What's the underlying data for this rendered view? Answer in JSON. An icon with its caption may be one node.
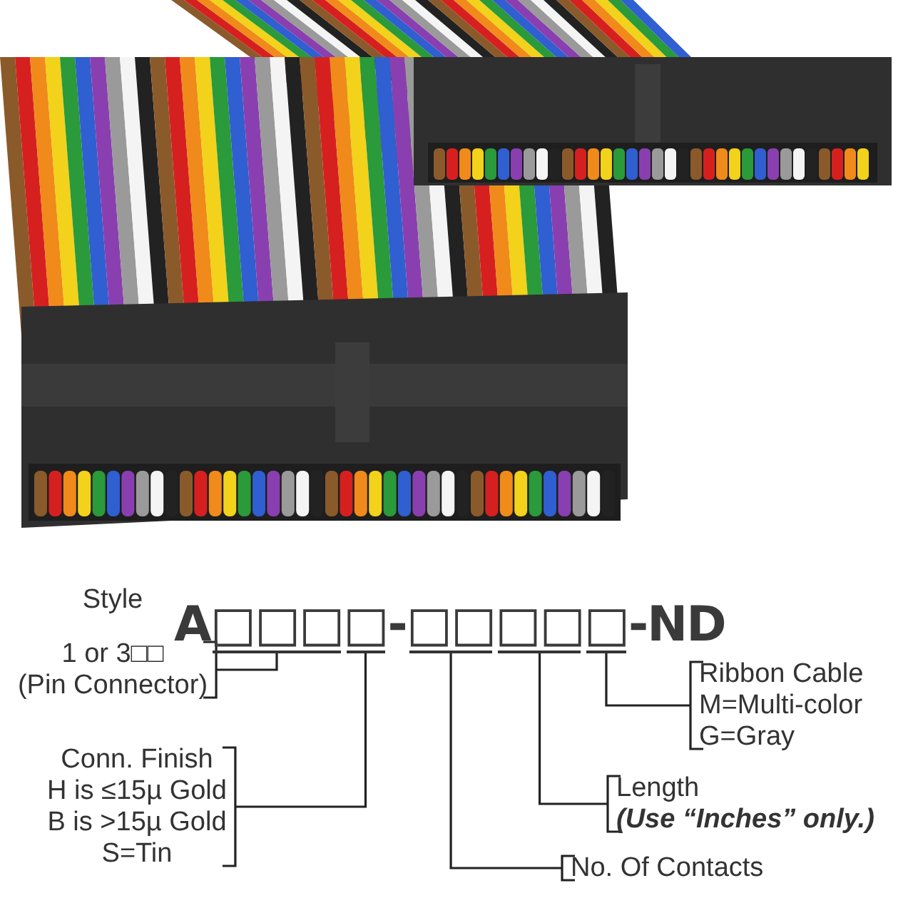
{
  "diagram": {
    "nodes": [
      {
        "text": [],
        "shape": "bar"
      },
      {
        "text": [],
        "shape": "bar"
      },
      {
        "text": [],
        "shape": "bar"
      },
      {
        "text": [],
        "shape": "bar"
      },
      {
        "text": [],
        "shape": "bar"
      },
      {
        "text": [
          "Style",
          "1 or 3□□",
          "(Pin Connector)"
        ]
      },
      {
        "text": [
          "Conn. Finish",
          "H is ≤15µ Gold",
          "B is >15µ Gold",
          "S=Tin"
        ]
      },
      {
        "text": [
          "No. Of Contacts"
        ]
      },
      {
        "text": [
          "Length",
          "(Use “Inches” only.)"
        ]
      },
      {
        "text": [
          "Ribbon Cable",
          "M=Multi-color",
          "G=Gray"
        ]
      }
    ],
    "edges": [
      {
        "from": 5,
        "to": 0,
        "arrow": "none"
      },
      {
        "from": 6,
        "to": 1,
        "arrow": "none"
      },
      {
        "from": 7,
        "to": 2,
        "arrow": "none"
      },
      {
        "from": 8,
        "to": 3,
        "arrow": "none"
      },
      {
        "from": 9,
        "to": 4,
        "arrow": "none"
      }
    ],
    "labels": [
      "A□□□□-□□□□□-ND"
    ]
  }
}
